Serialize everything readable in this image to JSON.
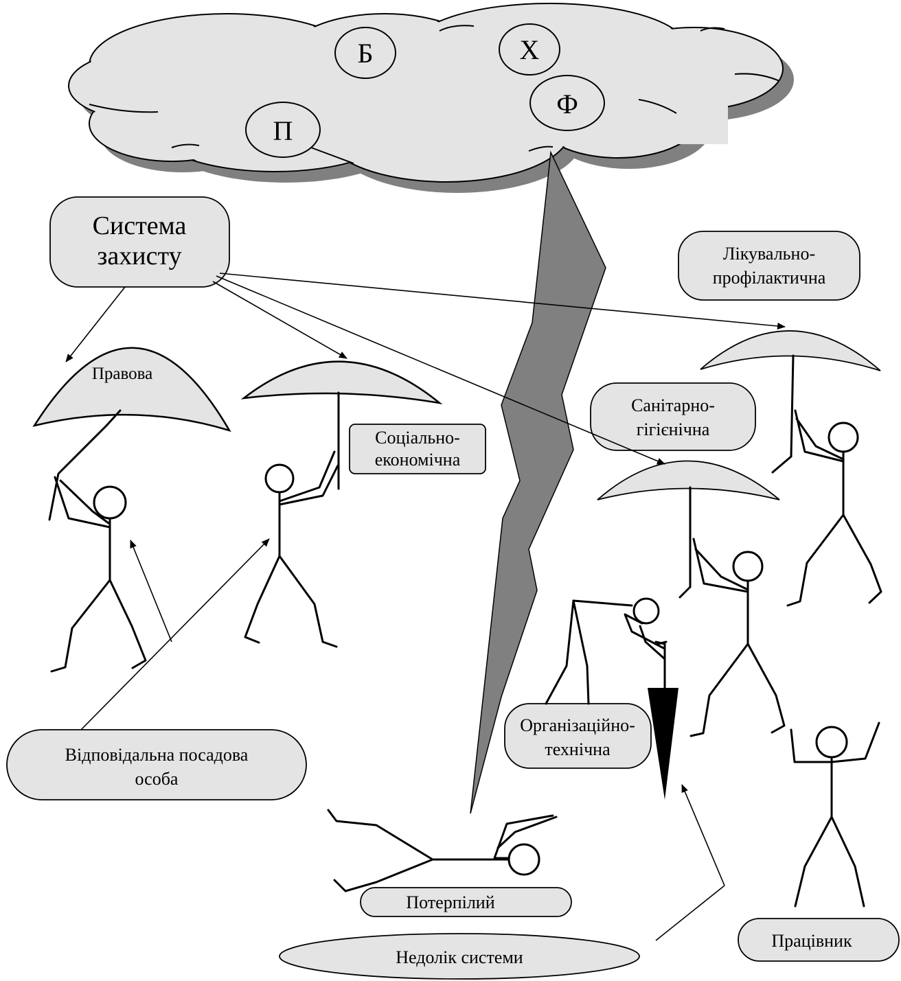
{
  "cloud": {
    "hazards": [
      "Б",
      "Х",
      "Ф",
      "П"
    ]
  },
  "labels": {
    "protection_system": [
      "Система",
      "захисту"
    ],
    "legal": "Правова",
    "socio_economic": [
      "Соціально-",
      "економічна"
    ],
    "medical_preventive": [
      "Лікувально-",
      "профілактична"
    ],
    "sanitary_hygienic": [
      "Санітарно-",
      "гігієнічна"
    ],
    "organizational_technical": [
      "Організаційно-",
      "технічна"
    ],
    "responsible_official": [
      "Відповідальна посадова",
      "особа"
    ],
    "victim": "Потерпілий",
    "worker": "Працівник",
    "system_flaw": "Недолік системи"
  },
  "colors": {
    "fill": "#e4e4e4",
    "shadow": "#808080",
    "lightning": "#808080",
    "stroke": "#000000"
  }
}
